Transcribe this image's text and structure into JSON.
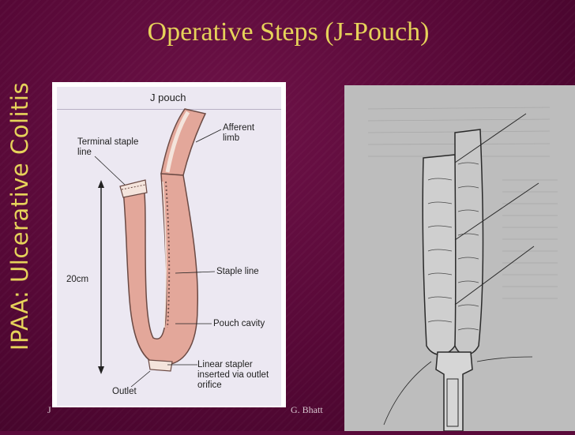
{
  "slide": {
    "title": "Operative Steps (J-Pouch)",
    "side_title": "IPAA: Ulcerative Colitis",
    "footer_left": "J",
    "footer_right": "G. Bhatt"
  },
  "left_diagram": {
    "header": "J pouch",
    "labels": {
      "terminal_staple_line": "Terminal staple line",
      "afferent_limb": "Afferent limb",
      "length": "20cm",
      "staple_line": "Staple line",
      "pouch_cavity": "Pouch cavity",
      "linear_stapler": "Linear stapler inserted via outlet orifice",
      "outlet": "Outlet"
    }
  },
  "colors": {
    "background": "#5a0a3a",
    "title": "#e6d25a",
    "pouch": "#e3a79a"
  }
}
